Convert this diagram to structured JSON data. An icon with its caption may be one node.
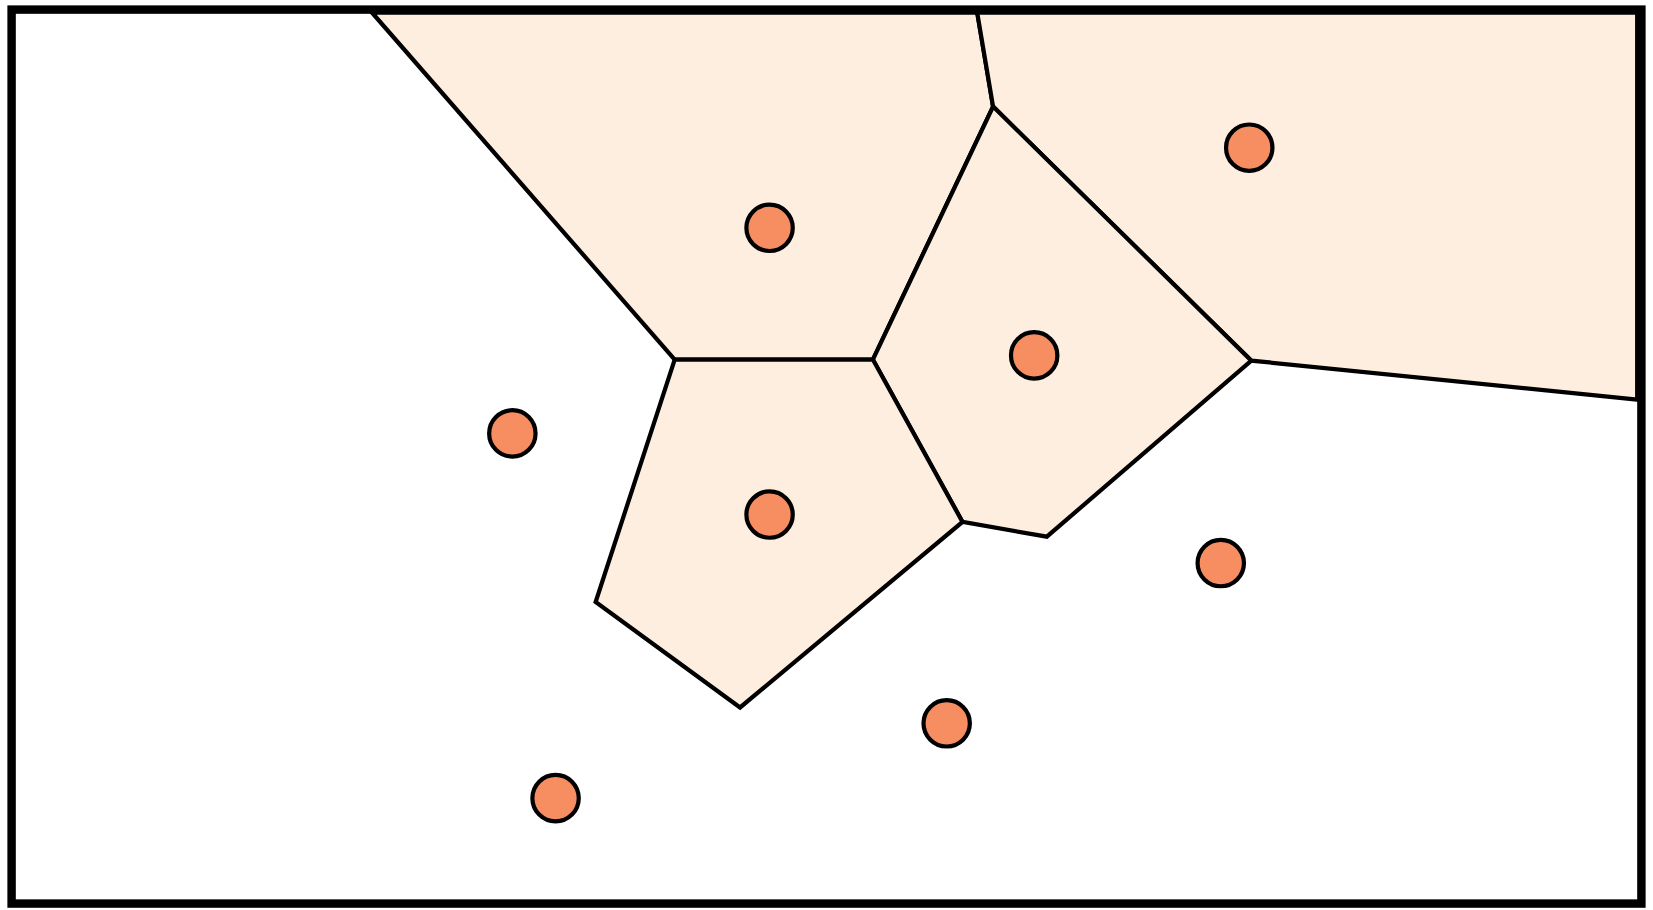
{
  "diagram": {
    "nodes": [
      {
        "text": [],
        "shape": "polygon"
      },
      {
        "text": [],
        "shape": "polygon"
      },
      {
        "text": [],
        "shape": "polygon"
      },
      {
        "text": [],
        "shape": "polygon"
      },
      {
        "text": [],
        "shape": "circle",
        "in": 1
      },
      {
        "text": [],
        "shape": "circle",
        "in": 0
      },
      {
        "text": [],
        "shape": "circle",
        "in": 2
      },
      {
        "text": [],
        "shape": "circle"
      },
      {
        "text": [],
        "shape": "circle",
        "in": 3
      },
      {
        "text": [],
        "shape": "circle"
      },
      {
        "text": [],
        "shape": "circle"
      },
      {
        "text": [],
        "shape": "circle"
      }
    ]
  }
}
